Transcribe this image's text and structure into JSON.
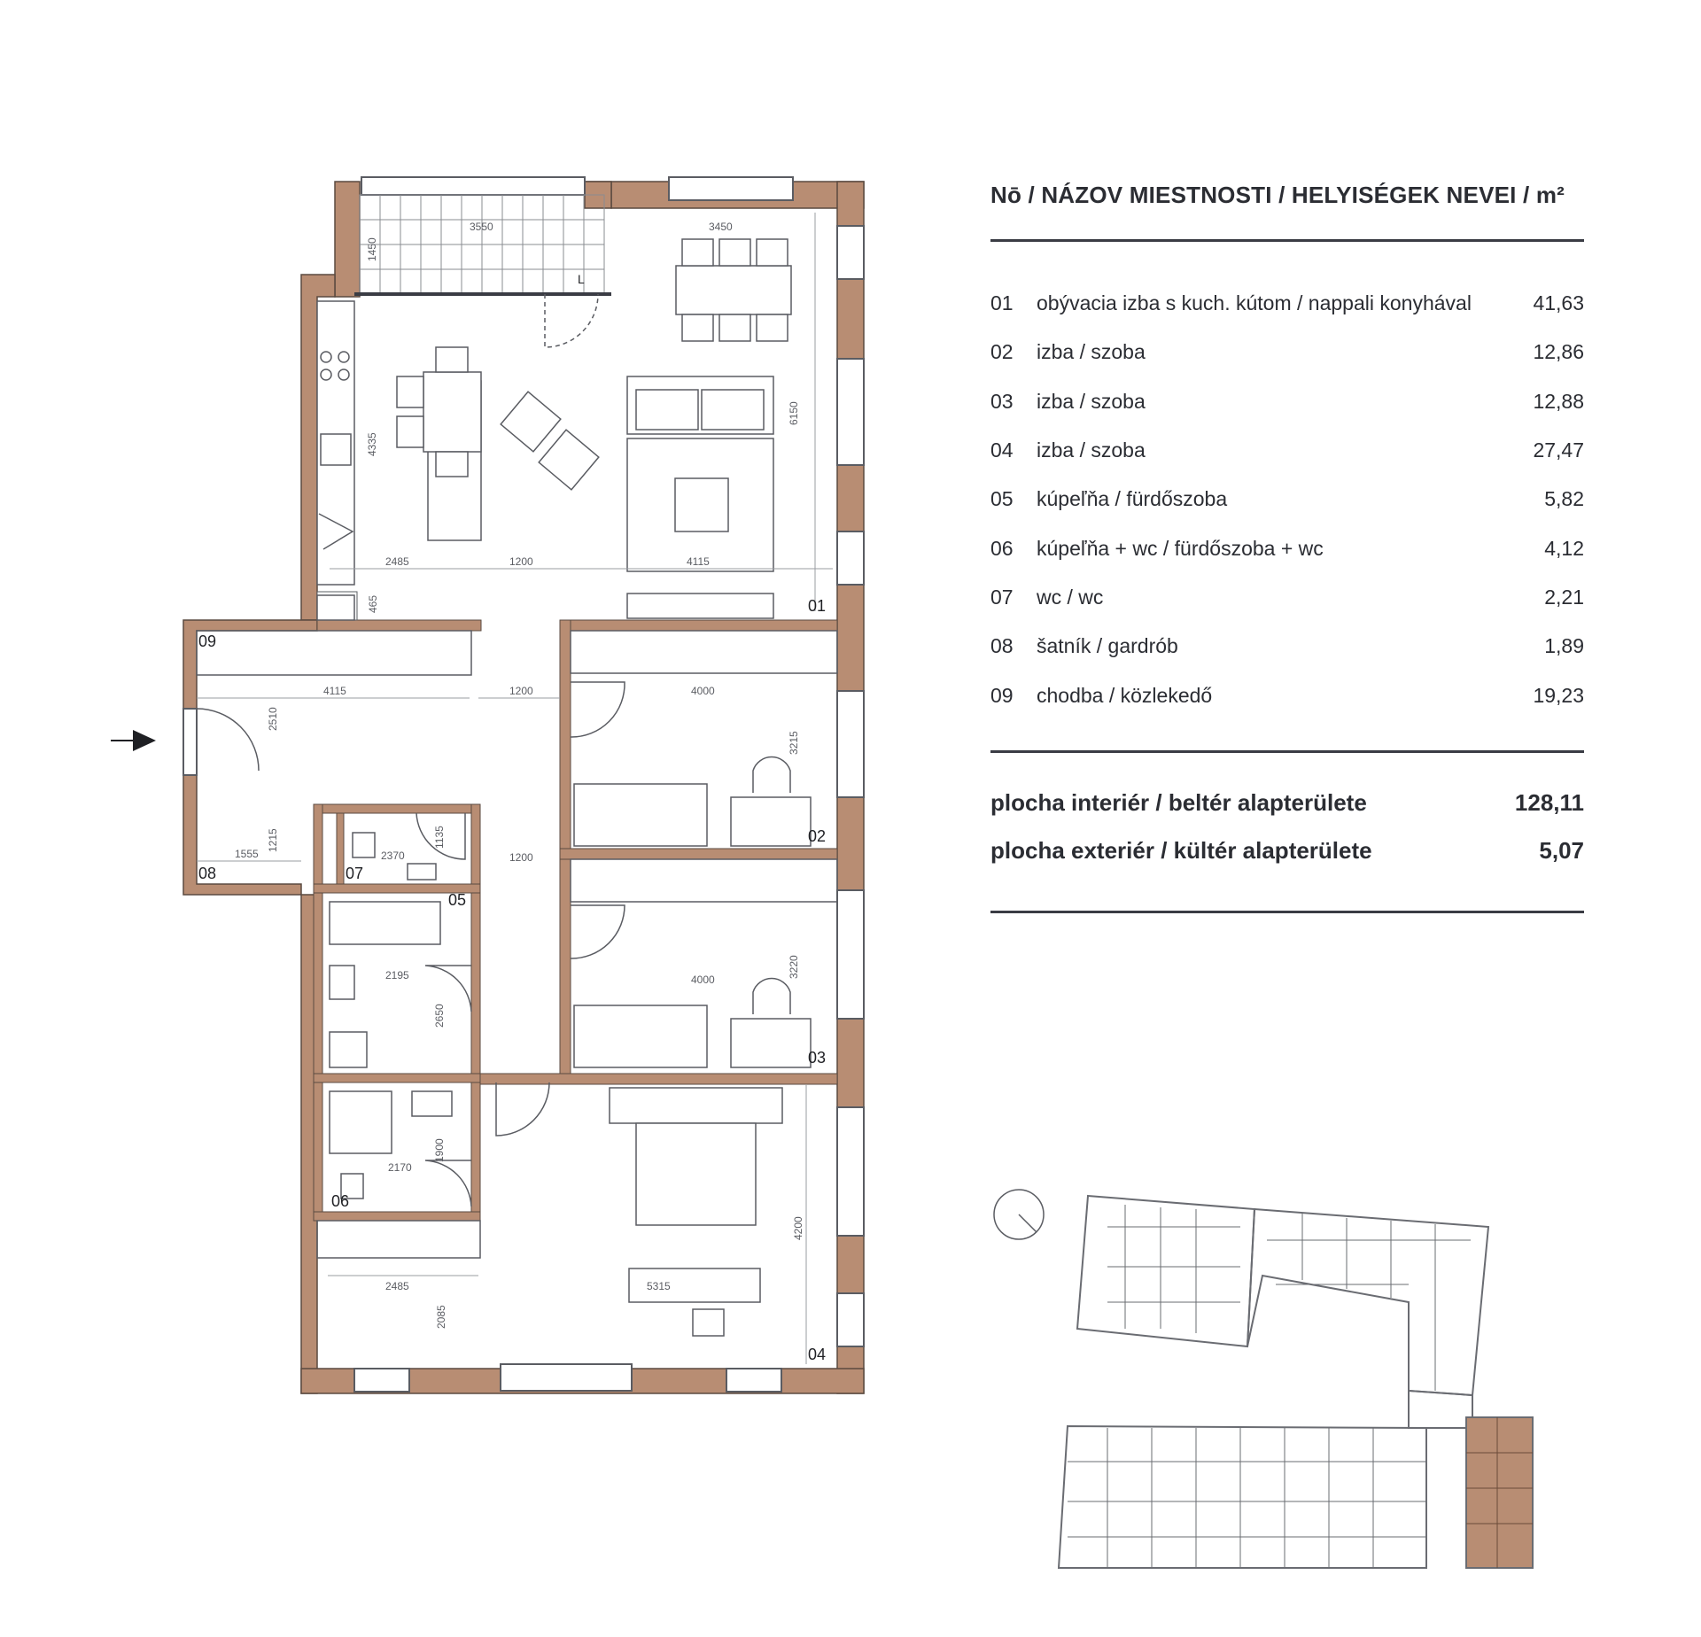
{
  "colors": {
    "wall": "#b88d73",
    "wall_dark": "#8b6a56",
    "line": "#5a5c62",
    "text": "#2b2d33",
    "site_plan_highlight": "#b88d73"
  },
  "legend": {
    "title": "Nō / NÁZOV MIESTNOSTI / HELYISÉGEK NEVEI / m²",
    "rooms": [
      {
        "no": "01",
        "name": "obývacia izba s kuch. kútom / nappali konyhával",
        "area": "41,63"
      },
      {
        "no": "02",
        "name": "izba / szoba",
        "area": "12,86"
      },
      {
        "no": "03",
        "name": "izba / szoba",
        "area": "12,88"
      },
      {
        "no": "04",
        "name": "izba / szoba",
        "area": "27,47"
      },
      {
        "no": "05",
        "name": "kúpeľňa / fürdőszoba",
        "area": "5,82"
      },
      {
        "no": "06",
        "name": "kúpeľňa + wc / fürdőszoba + wc",
        "area": "4,12"
      },
      {
        "no": "07",
        "name": "wc / wc",
        "area": "2,21"
      },
      {
        "no": "08",
        "name": "šatník / gardrób",
        "area": "1,89"
      },
      {
        "no": "09",
        "name": "chodba / közlekedő",
        "area": "19,23"
      }
    ],
    "totals": [
      {
        "label": "plocha interiér / beltér alapterülete",
        "value": "128,11"
      },
      {
        "label": "plocha exteriér / kültér alapterülete",
        "value": "5,07"
      }
    ]
  },
  "plan": {
    "room_labels": {
      "r01": "01",
      "r02": "02",
      "r03": "03",
      "r04": "04",
      "r05": "05",
      "r06": "06",
      "r07": "07",
      "r08": "08",
      "r09": "09"
    },
    "terrace_marker": "L",
    "dimensions": {
      "d3550": "3550",
      "d3450": "3450",
      "d1450": "1450",
      "d4335": "4335",
      "d6150": "6150",
      "d2485a": "2485",
      "d1200a": "1200",
      "d4115a": "4115",
      "d465": "465",
      "d4115b": "4115",
      "d1200b": "1200",
      "d2510": "2510",
      "d4000a": "4000",
      "d3215": "3215",
      "d1555": "1555",
      "d1215": "1215",
      "d2370": "2370",
      "d1135": "1135",
      "d1200c": "1200",
      "d2195": "2195",
      "d2650": "2650",
      "d4000b": "4000",
      "d3220": "3220",
      "d2170": "2170",
      "d1900": "1900",
      "d4200": "4200",
      "d2485b": "2485",
      "d5315": "5315",
      "d2085": "2085"
    }
  }
}
